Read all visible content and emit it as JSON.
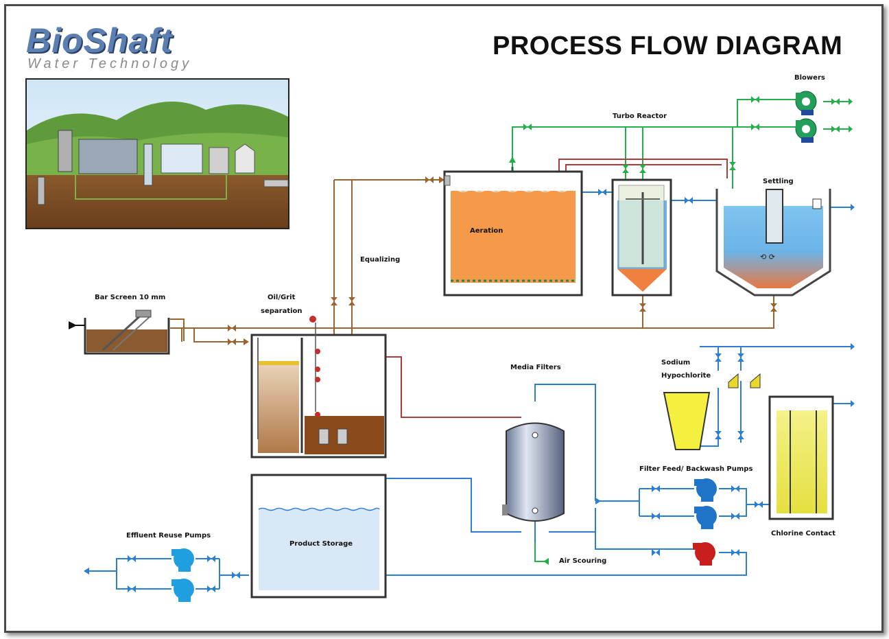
{
  "brand": {
    "name": "BioShaft",
    "tagline": "Water Technology"
  },
  "title": "PROCESS FLOW DIAGRAM",
  "labels": {
    "bar_screen": "Bar Screen 10 mm",
    "oil_grit_1": "Oil/Grit",
    "oil_grit_2": "separation",
    "equalizing": "Equalizing",
    "aeration": "Aeration",
    "turbo_reactor": "Turbo Reactor",
    "blowers": "Blowers",
    "settling": "Settling",
    "media_filters": "Media Filters",
    "sodium_1": "Sodium",
    "sodium_2": "Hypochlorite",
    "filter_pumps": "Filter Feed/ Backwash Pumps",
    "chlorine_contact": "Chlorine Contact",
    "product_storage": "Product Storage",
    "effluent_pumps": "Effluent Reuse Pumps",
    "air_scouring": "Air Scouring"
  },
  "colors": {
    "air_line": "#22b04a",
    "water_line": "#2a7fd4",
    "sludge_line": "#a0622c",
    "return_line": "#c0302c",
    "aeration_fill": "#f59a4a",
    "water_fill": "#6cb4e8",
    "tank_wall": "#333333"
  }
}
